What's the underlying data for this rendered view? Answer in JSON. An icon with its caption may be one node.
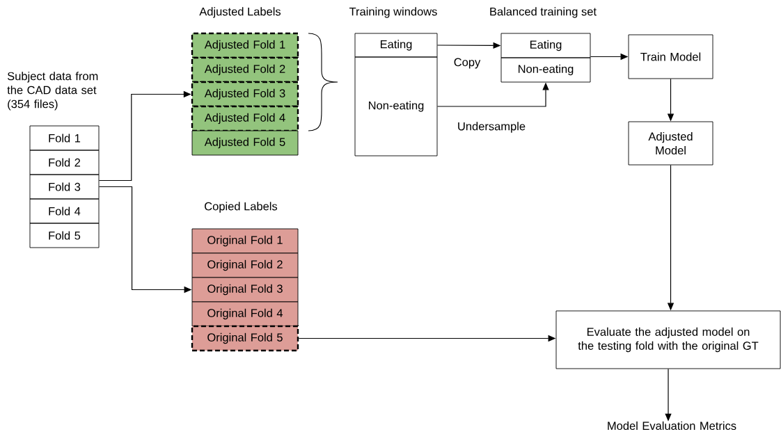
{
  "diagram": {
    "nodes": [
      {
        "text": [
          "Fold 1"
        ]
      },
      {
        "text": [
          "Fold 2"
        ]
      },
      {
        "text": [
          "Fold 3"
        ]
      },
      {
        "text": [
          "Fold 4"
        ]
      },
      {
        "text": [
          "Fold 5"
        ]
      },
      {
        "text": [
          "Adjusted Fold 1"
        ]
      },
      {
        "text": [
          "Adjusted Fold 2"
        ]
      },
      {
        "text": [
          "Adjusted Fold 3"
        ]
      },
      {
        "text": [
          "Adjusted Fold 4"
        ]
      },
      {
        "text": [
          "Adjusted Fold 5"
        ]
      },
      {
        "text": [
          "Original Fold 1"
        ]
      },
      {
        "text": [
          "Original Fold 2"
        ]
      },
      {
        "text": [
          "Original Fold 3"
        ]
      },
      {
        "text": [
          "Original Fold 4"
        ]
      },
      {
        "text": [
          "Original Fold 5"
        ]
      },
      {
        "text": [
          "Eating"
        ]
      },
      {
        "text": [
          "Non-eating"
        ]
      },
      {
        "text": [
          "Eating"
        ]
      },
      {
        "text": [
          "Non-eating"
        ]
      },
      {
        "text": [
          "Train Model"
        ]
      },
      {
        "text": [
          "Adjusted Model"
        ]
      },
      {
        "text": [
          "Evaluate the adjusted model on the testing fold with the original GT"
        ]
      },
      {
        "text": [
          "Model Evaluation Metrics"
        ]
      }
    ],
    "edges": [
      {
        "from": 2,
        "to": 7,
        "arrow": "to"
      },
      {
        "from": 2,
        "to": 12,
        "arrow": "to"
      },
      {
        "from": 15,
        "to": 17,
        "arrow": "to",
        "label": "Copy"
      },
      {
        "from": 16,
        "to": 18,
        "arrow": "to",
        "label": "Undersample"
      },
      {
        "from": 17,
        "to": 19,
        "arrow": "to"
      },
      {
        "from": 19,
        "to": 20,
        "arrow": "to"
      },
      {
        "from": 20,
        "to": 21,
        "arrow": "to"
      },
      {
        "from": 14,
        "to": 21,
        "arrow": "to"
      },
      {
        "from": 21,
        "to": 22,
        "arrow": "to"
      }
    ],
    "labels": [
      "Adjusted Labels",
      "Training windows",
      "Balanced training set",
      "Subject data from the CAD data set (354 files)",
      "Copied Labels"
    ]
  }
}
